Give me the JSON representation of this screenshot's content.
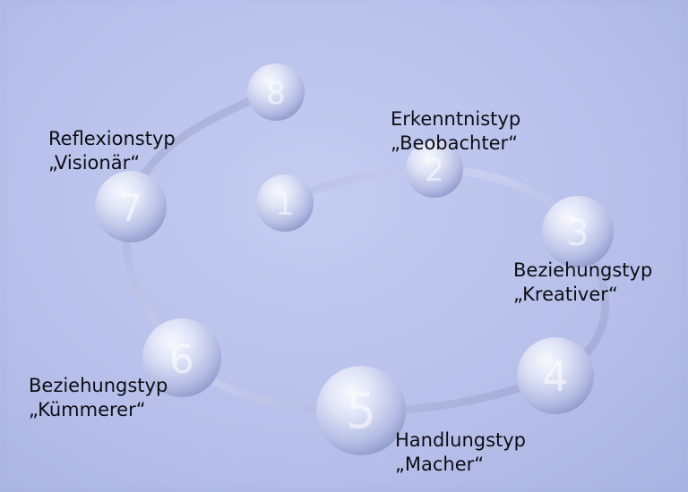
{
  "spheres": [
    {
      "num": "1"
    },
    {
      "num": "2"
    },
    {
      "num": "3"
    },
    {
      "num": "4"
    },
    {
      "num": "5"
    },
    {
      "num": "6"
    },
    {
      "num": "7"
    },
    {
      "num": "8"
    }
  ],
  "labels": {
    "erkenntnis": {
      "line1": "Erkenntnistyp",
      "line2": "„Beobachter“"
    },
    "beziehung_kreativ": {
      "line1": "Beziehungstyp",
      "line2": "„Kreativer“"
    },
    "handlung": {
      "line1": "Handlungstyp",
      "line2": "„Macher“"
    },
    "beziehung_kuemmerer": {
      "line1": "Beziehungstyp",
      "line2": "„Kümmerer“"
    },
    "reflexion": {
      "line1": "Reflexionstyp",
      "line2": "„Visionär“"
    }
  },
  "colors": {
    "background": "#b7c0ea",
    "sphere_highlight": "#f4f5fc",
    "sphere_shadow": "#8e98c8",
    "track": "#9aa3d0"
  }
}
